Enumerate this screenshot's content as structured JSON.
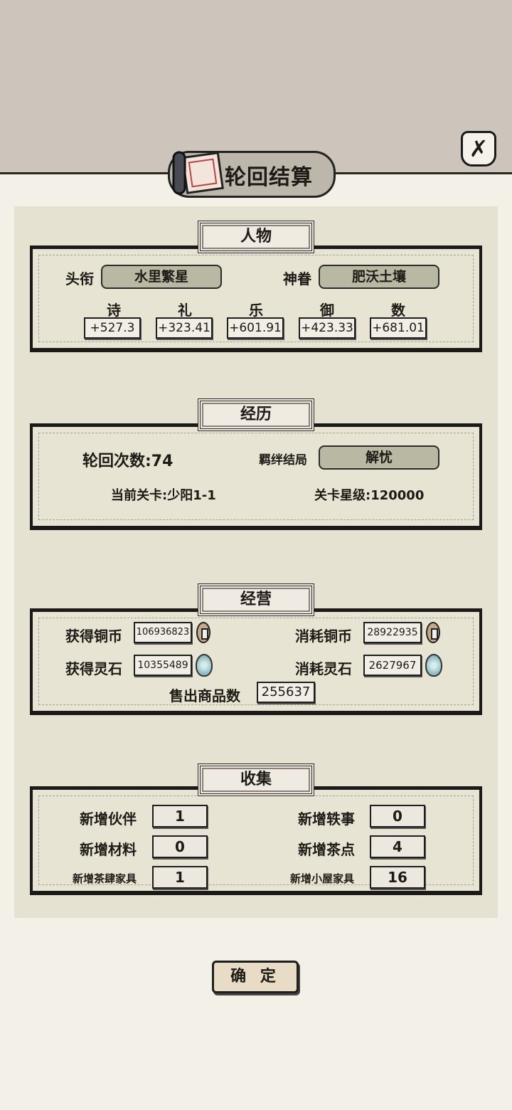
{
  "title": "轮回结算",
  "close_icon": "close-x-icon",
  "character": {
    "header": "人物",
    "title_label": "头衔",
    "title_value": "水里繁星",
    "scroll_label": "神眷",
    "scroll_value": "肥沃土壤",
    "stats": [
      {
        "name": "诗",
        "value": "+527.3"
      },
      {
        "name": "礼",
        "value": "+323.41"
      },
      {
        "name": "乐",
        "value": "+601.91"
      },
      {
        "name": "御",
        "value": "+423.33"
      },
      {
        "name": "数",
        "value": "+681.01"
      }
    ]
  },
  "experience": {
    "header": "经历",
    "cycles": "轮回次数:74",
    "bond_label": "羁绊结局",
    "bond_value": "解忧",
    "stage": "当前关卡:少阳1-1",
    "stars": "关卡星级:120000"
  },
  "business": {
    "header": "经营",
    "coins_gained_label": "获得铜币",
    "coins_gained": "106936823",
    "coins_spent_label": "消耗铜币",
    "coins_spent": "28922935",
    "stones_gained_label": "获得灵石",
    "stones_gained": "10355489",
    "stones_spent_label": "消耗灵石",
    "stones_spent": "2627967",
    "sold_label": "售出商品数",
    "sold": "255637"
  },
  "collection": {
    "header": "收集",
    "items": [
      {
        "label": "新增伙伴",
        "value": "1"
      },
      {
        "label": "新增轶事",
        "value": "0"
      },
      {
        "label": "新增材料",
        "value": "0"
      },
      {
        "label": "新增茶点",
        "value": "4"
      },
      {
        "label": "新增茶肆家具",
        "value": "1"
      },
      {
        "label": "新增小屋家具",
        "value": "16"
      }
    ]
  },
  "confirm_label": "确 定"
}
